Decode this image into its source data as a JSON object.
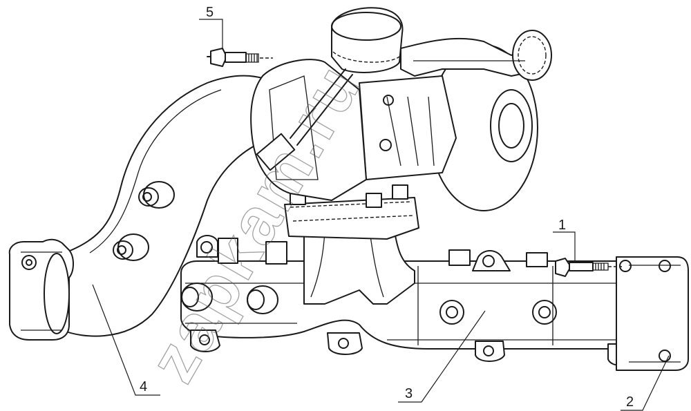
{
  "figure": {
    "type": "exploded parts diagram",
    "subject": "exhaust manifold with turbocharger",
    "callouts": [
      "1",
      "2",
      "3",
      "4",
      "5"
    ]
  },
  "watermark": {
    "text": "zapkam.ru"
  },
  "colors": {
    "line": "#1a1a1a",
    "background": "#ffffff",
    "watermark": "#555555"
  }
}
